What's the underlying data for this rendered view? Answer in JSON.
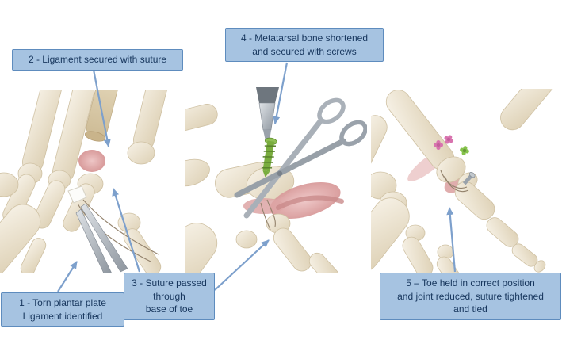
{
  "colors": {
    "background": "#ffffff",
    "callout_fill": "#a6c3e1",
    "callout_border": "#5e8cbe",
    "callout_text": "#17365d",
    "arrow": "#7da0cc",
    "bone": "#ece2cc",
    "tissue_pink": "#d89a9a",
    "instrument_gray": "#aab1b9",
    "screw_green": "#79ad3e",
    "screw_pink": "#d873ae"
  },
  "callouts": {
    "step1": {
      "text": "1 - Torn plantar plate\nLigament identified"
    },
    "step2": {
      "text": "2 - Ligament secured with suture"
    },
    "step3": {
      "text": "3 - Suture passed\nthrough\nbase of toe"
    },
    "step4": {
      "text": "4 - Metatarsal bone shortened\nand secured with screws"
    },
    "step5": {
      "text": "5 – Toe held in correct position\nand joint reduced, suture tightened\nand tied"
    }
  }
}
